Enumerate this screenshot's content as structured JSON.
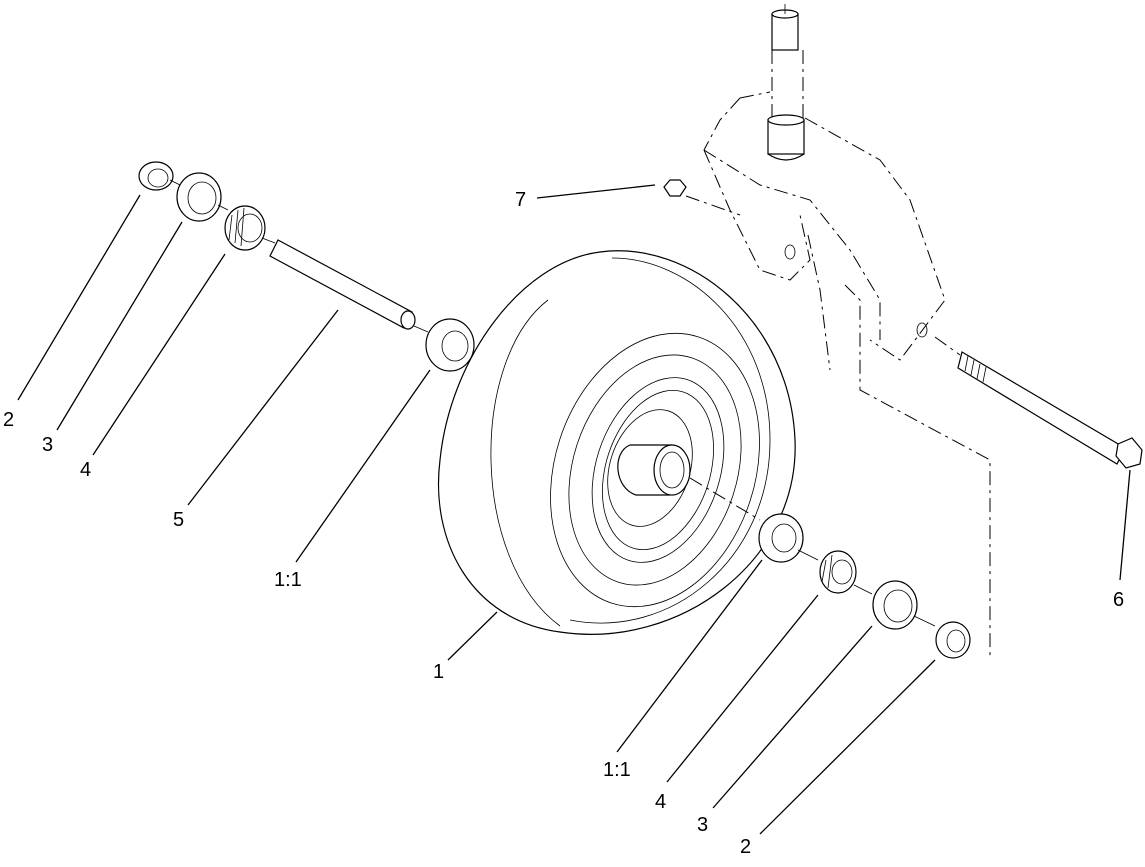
{
  "diagram": {
    "type": "exploded parts diagram",
    "subject": "caster wheel assembly",
    "line_color": "#000000",
    "background": "#ffffff"
  },
  "callouts": [
    {
      "id": "c2a",
      "label": "2"
    },
    {
      "id": "c3a",
      "label": "3"
    },
    {
      "id": "c4a",
      "label": "4"
    },
    {
      "id": "c5",
      "label": "5"
    },
    {
      "id": "c11a",
      "label": "1:1"
    },
    {
      "id": "c1",
      "label": "1"
    },
    {
      "id": "c7",
      "label": "7"
    },
    {
      "id": "c6",
      "label": "6"
    },
    {
      "id": "c11b",
      "label": "1:1"
    },
    {
      "id": "c4b",
      "label": "4"
    },
    {
      "id": "c3b",
      "label": "3"
    },
    {
      "id": "c2b",
      "label": "2"
    }
  ]
}
